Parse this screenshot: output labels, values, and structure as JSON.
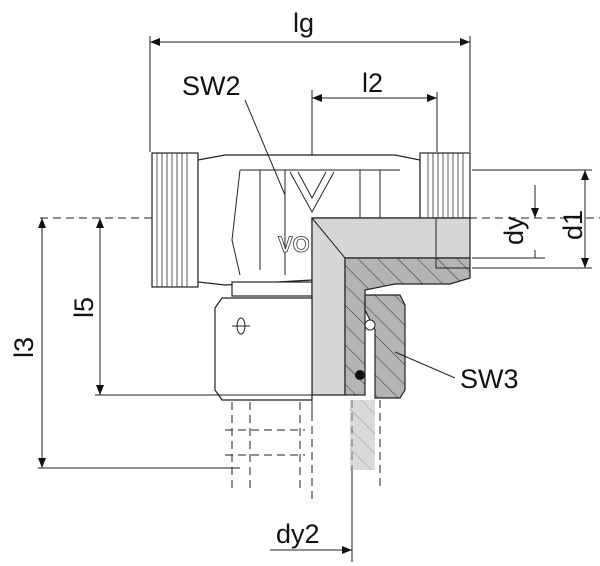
{
  "title": "Adjustable tee fitting dimension drawing",
  "labels": {
    "lg": "lg",
    "sw2": "SW2",
    "l2": "l2",
    "dy": "dy",
    "d1": "d1",
    "l3": "l3",
    "l5": "l5",
    "sw3": "SW3",
    "dy2": "dy2"
  },
  "logo_text": "VO"
}
